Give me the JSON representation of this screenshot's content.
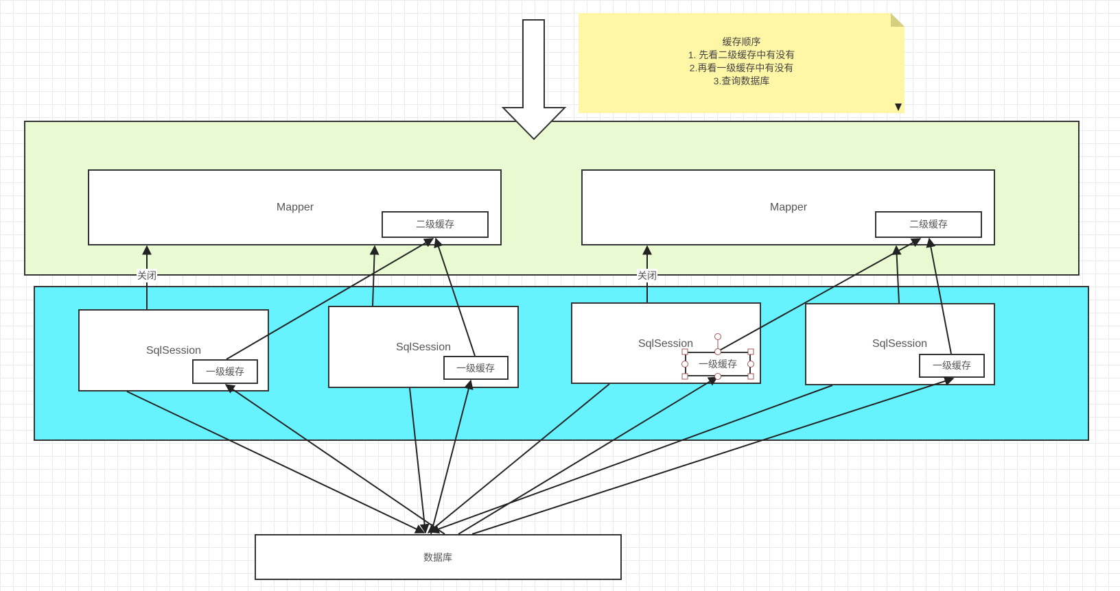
{
  "note": {
    "title": "缓存顺序",
    "lines": [
      "1. 先看二级缓存中有没有",
      "2.再看一级缓存中有没有",
      "3.查询数据库"
    ]
  },
  "colors": {
    "mapper_layer": "#e9f9d1",
    "session_layer": "#66f3ff",
    "note": "#fff7a6",
    "border": "#333333",
    "selection": "#a05050"
  },
  "mappers": [
    {
      "label": "Mapper",
      "cache_label": "二级缓存",
      "close_label": "关闭"
    },
    {
      "label": "Mapper",
      "cache_label": "二级缓存",
      "close_label": "关闭"
    }
  ],
  "sessions": [
    {
      "label": "SqlSession",
      "cache_label": "一级缓存",
      "selected": false
    },
    {
      "label": "SqlSession",
      "cache_label": "一级缓存",
      "selected": false
    },
    {
      "label": "SqlSession",
      "cache_label": "一级缓存",
      "selected": true
    },
    {
      "label": "SqlSession",
      "cache_label": "一级缓存",
      "selected": false
    }
  ],
  "database": {
    "label": "数据库"
  }
}
